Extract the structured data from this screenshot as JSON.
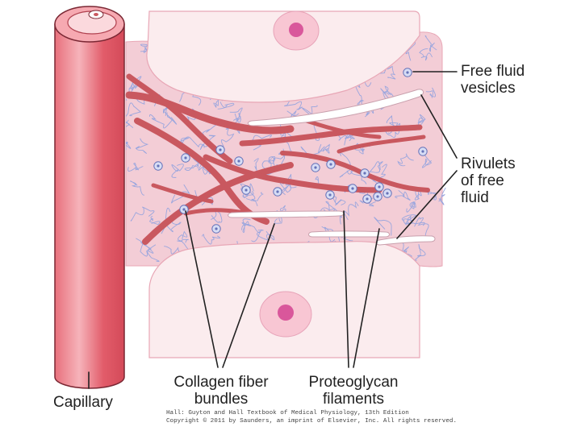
{
  "labels": {
    "free_fluid_vesicles": [
      "Free fluid",
      "vesicles"
    ],
    "rivulets": [
      "Rivulets",
      "of free",
      "fluid"
    ],
    "collagen": [
      "Collagen fiber",
      "bundles"
    ],
    "proteoglycan": [
      "Proteoglycan",
      "filaments"
    ],
    "capillary": "Capillary"
  },
  "credit": [
    "Hall: Guyton and Hall Textbook of Medical Physiology, 13th Edition",
    "Copyright © 2011 by Saunders, an imprint of Elsevier, Inc. All rights reserved."
  ],
  "colors": {
    "interstitium": "#f3cdd6",
    "capillary_wall": "#e25c6a",
    "capillary_highlight": "#f7a8b0",
    "collagen": "#c9585f",
    "proteoglycan": "#9aa6de",
    "cell_fill": "#fbecee",
    "nucleus": "#e07aa0",
    "fluid": "#ffffff",
    "leader": "#222222"
  }
}
